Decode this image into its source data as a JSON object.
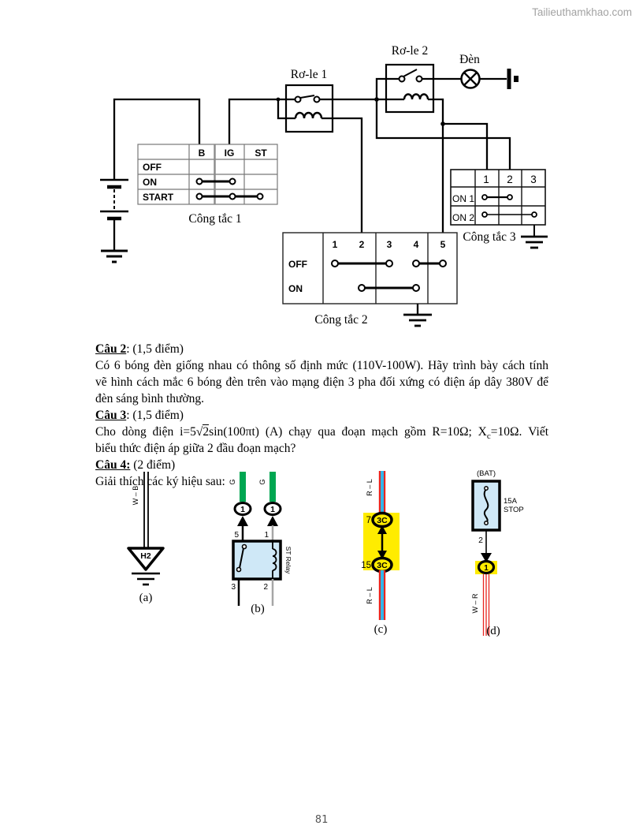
{
  "watermark": "Tailieuthamkhao.com",
  "page_number": "81",
  "colors": {
    "green_wire": "#00a651",
    "relay_fill": "#cfe8f7",
    "yellow": "#ffec00",
    "red_wire": "#e8251f",
    "blue_wire": "#33b5e8",
    "gray_wire": "#a6a6a6",
    "connector_text_red": "#cc2200",
    "pin_red": "#993333",
    "pin_blue": "#2e86c1",
    "olive_digit": "#9aa400"
  },
  "circuit": {
    "relay1_label": "Rơ-le 1",
    "relay2_label": "Rơ-le 2",
    "lamp_label": "Đèn",
    "switch1": {
      "caption": "Công tắc 1",
      "columns": [
        "B",
        "IG",
        "ST"
      ],
      "rows": [
        "OFF",
        "ON",
        "START"
      ]
    },
    "switch2": {
      "caption": "Công tắc 2",
      "columns": [
        "1",
        "2",
        "3",
        "4",
        "5"
      ],
      "rows": [
        "OFF",
        "ON"
      ]
    },
    "switch3": {
      "caption": "Công tắc 3",
      "columns": [
        "1",
        "2",
        "3"
      ],
      "rows": [
        "ON 1",
        "ON 2"
      ]
    }
  },
  "questions": {
    "q2": {
      "label": "Câu 2",
      "meta": ": (1,5 điểm)",
      "line1": "Có 6 bóng đèn giống nhau có thông số định mức (110V-100W). Hãy trình bày cách tính",
      "line2": "vẽ hình cách mắc 6 bóng đèn trên vào mạng điện 3 pha đối xứng có điện áp dây 380V để",
      "line3": "đèn sáng bình thường."
    },
    "q3": {
      "label": "Câu 3",
      "meta": ": (1,5 điểm)",
      "pre": "Cho dòng điện i=5",
      "radical": "√",
      "radicand": "2",
      "mid": "sin(100πt) (A) chạy qua đoạn mạch gồm R=10Ω; X",
      "sub": "c",
      "post": "=10Ω. Viết",
      "line2": "biểu thức điện áp giữa 2 đầu đoạn mạch?"
    },
    "q4": {
      "label": "Câu 4:",
      "meta": " (2 điểm)",
      "intro": "Giải thích các ký hiệu sau:"
    }
  },
  "symbols": {
    "a": {
      "wire_label": "W – B",
      "part": "H2",
      "caption": "(a)"
    },
    "b": {
      "left_wire": "G",
      "right_wire": "G",
      "left_pin": "1",
      "right_pin": "1",
      "t5": "5",
      "t1": "1",
      "t3": "3",
      "t2": "2",
      "relay": "ST Relay",
      "caption": "(b)"
    },
    "c": {
      "top_wire": "R – L",
      "bottom_wire": "R – L",
      "t7": "7",
      "t15": "15",
      "top_conn": "3C",
      "bottom_conn": "3C",
      "caption": "(c)"
    },
    "d": {
      "bat": "(BAT)",
      "fuse1": "15A",
      "fuse2": "STOP",
      "t2": "2",
      "pin": "1",
      "wire_label": "W – R",
      "caption": "(d)"
    }
  }
}
